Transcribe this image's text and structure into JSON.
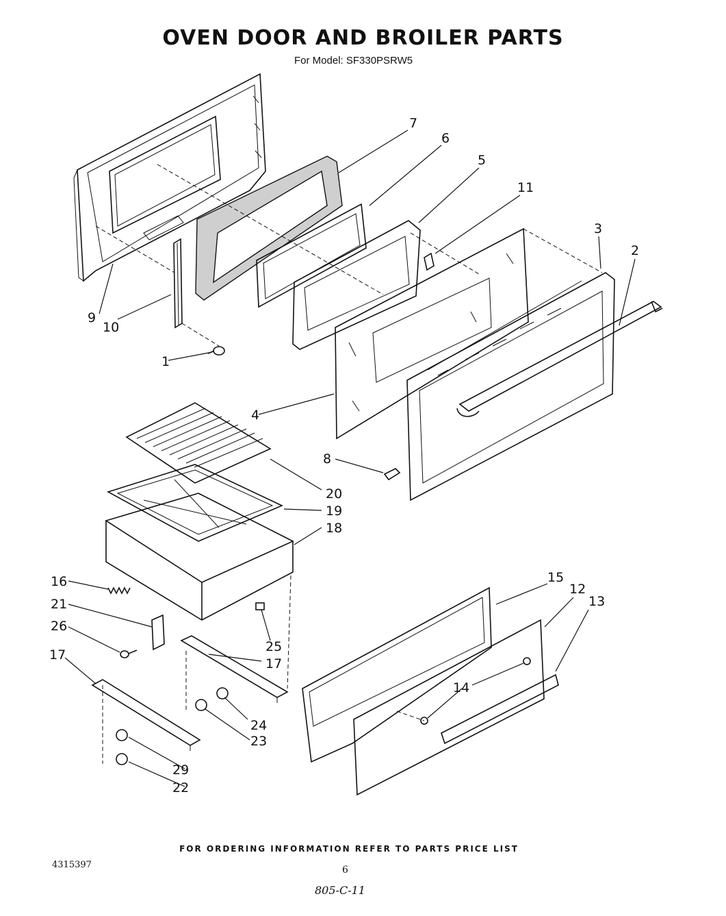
{
  "header": {
    "title": "OVEN DOOR AND BROILER PARTS",
    "subtitle": "For Model: SF330PSRW5"
  },
  "callouts": [
    {
      "id": "c1",
      "label": "1"
    },
    {
      "id": "c2",
      "label": "2"
    },
    {
      "id": "c3",
      "label": "3"
    },
    {
      "id": "c4",
      "label": "4"
    },
    {
      "id": "c5",
      "label": "5"
    },
    {
      "id": "c6",
      "label": "6"
    },
    {
      "id": "c7",
      "label": "7"
    },
    {
      "id": "c8",
      "label": "8"
    },
    {
      "id": "c9",
      "label": "9"
    },
    {
      "id": "c10",
      "label": "10"
    },
    {
      "id": "c11",
      "label": "11"
    },
    {
      "id": "c12",
      "label": "12"
    },
    {
      "id": "c13",
      "label": "13"
    },
    {
      "id": "c14",
      "label": "14"
    },
    {
      "id": "c15",
      "label": "15"
    },
    {
      "id": "c16",
      "label": "16"
    },
    {
      "id": "c17a",
      "label": "17"
    },
    {
      "id": "c17b",
      "label": "17"
    },
    {
      "id": "c18",
      "label": "18"
    },
    {
      "id": "c19",
      "label": "19"
    },
    {
      "id": "c20",
      "label": "20"
    },
    {
      "id": "c21",
      "label": "21"
    },
    {
      "id": "c22",
      "label": "22"
    },
    {
      "id": "c23",
      "label": "23"
    },
    {
      "id": "c24",
      "label": "24"
    },
    {
      "id": "c25",
      "label": "25"
    },
    {
      "id": "c26",
      "label": "26"
    },
    {
      "id": "c29",
      "label": "29"
    }
  ],
  "footer": {
    "ordering_note": "FOR ORDERING INFORMATION REFER TO PARTS PRICE LIST",
    "doc_number": "4315397",
    "page_number": "6",
    "handwritten_note": "805-C-11"
  }
}
